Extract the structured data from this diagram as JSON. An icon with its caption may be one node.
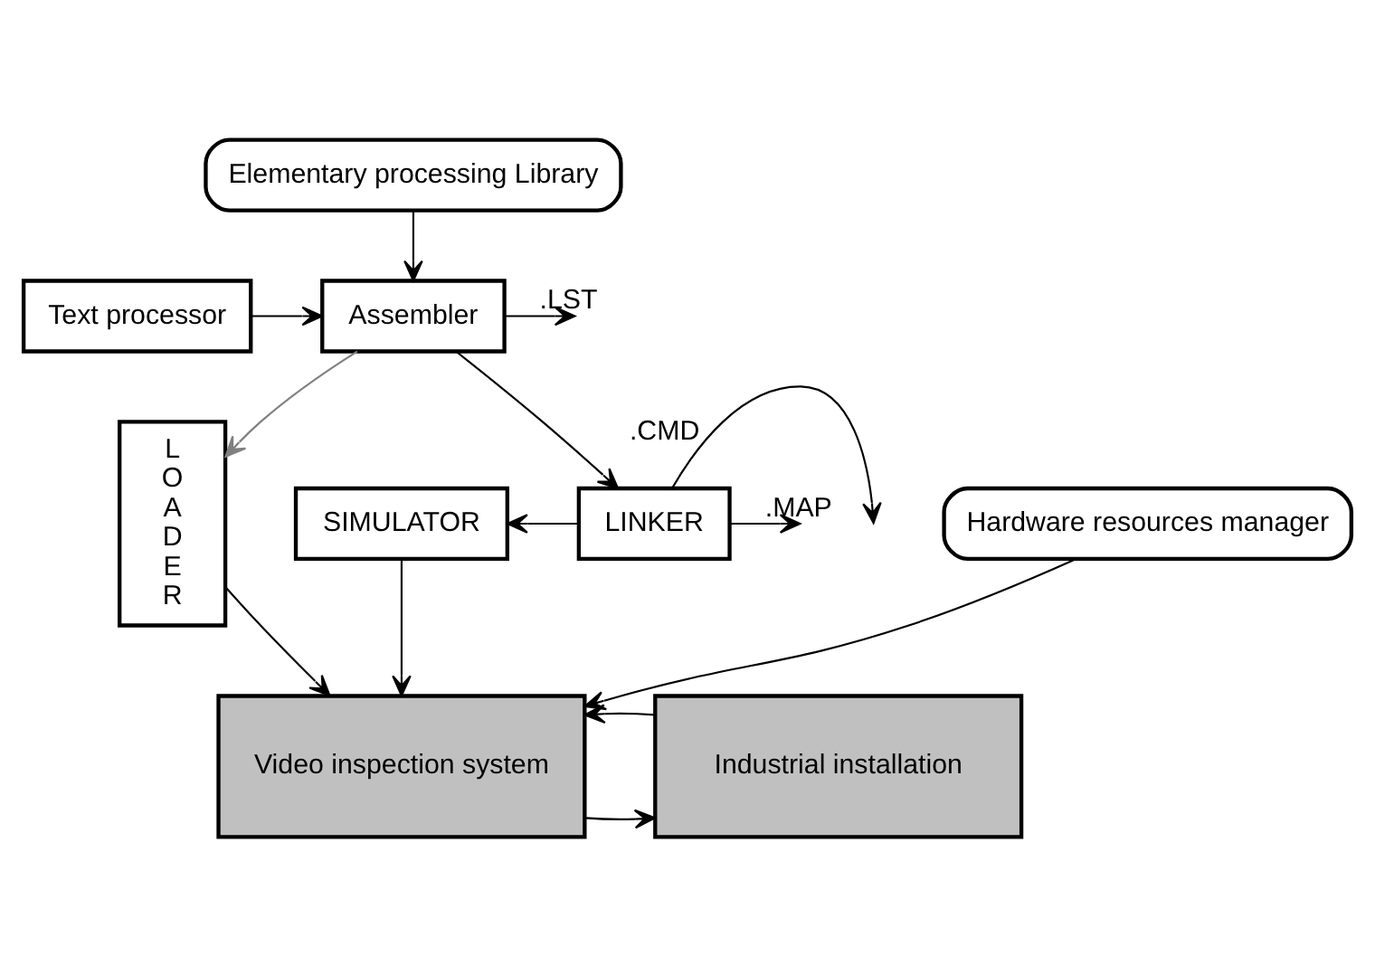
{
  "diagram": {
    "nodes": [
      {
        "text": [
          "Elementary processing Library"
        ]
      },
      {
        "text": [
          "Text processor"
        ]
      },
      {
        "text": [
          "Assembler"
        ]
      },
      {
        "text": [
          "LINKER"
        ]
      },
      {
        "text": [
          "SIMULATOR"
        ]
      },
      {
        "text": [
          "LOADER"
        ]
      },
      {
        "text": [
          "Hardware resources manager"
        ]
      },
      {
        "text": [
          "Video inspection system"
        ]
      },
      {
        "text": [
          "Industrial installation"
        ]
      }
    ],
    "edges": [
      {
        "from": 0,
        "to": 2,
        "arrow": "to"
      },
      {
        "from": 1,
        "to": 2,
        "arrow": "to"
      },
      {
        "from": 2,
        "to": null,
        "arrow": "to",
        "label": ".LST"
      },
      {
        "from": 2,
        "to": 3,
        "arrow": "to"
      },
      {
        "from": 2,
        "to": 5,
        "arrow": "to",
        "color": "#808080"
      },
      {
        "from": 3,
        "to": null,
        "arrow": "to",
        "label": ".CMD"
      },
      {
        "from": 3,
        "to": null,
        "arrow": "to",
        "label": ".MAP"
      },
      {
        "from": 3,
        "to": 4,
        "arrow": "to"
      },
      {
        "from": 4,
        "to": 7,
        "arrow": "to"
      },
      {
        "from": 6,
        "to": 7,
        "arrow": "to"
      },
      {
        "from": 5,
        "to": 7,
        "arrow": "to"
      },
      {
        "from": 7,
        "to": 8,
        "arrow": "to"
      },
      {
        "from": 8,
        "to": 7,
        "arrow": "to"
      }
    ]
  }
}
